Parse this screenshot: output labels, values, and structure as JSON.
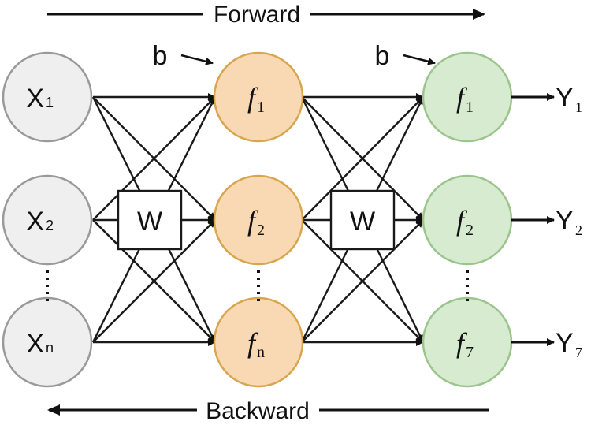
{
  "diagram": {
    "forward_label": "Forward",
    "backward_label": "Backward",
    "bias_labels": [
      "b",
      "b"
    ],
    "weight_labels": [
      "W",
      "W"
    ],
    "inputs": [
      {
        "base": "X",
        "sub": "1"
      },
      {
        "base": "X",
        "sub": "2"
      },
      {
        "base": "X",
        "sub": "n"
      }
    ],
    "hidden": [
      {
        "base": "f",
        "sub": "1"
      },
      {
        "base": "f",
        "sub": "2"
      },
      {
        "base": "f",
        "sub": "n"
      }
    ],
    "outputs_nodes": [
      {
        "base": "f",
        "sub": "1"
      },
      {
        "base": "f",
        "sub": "2"
      },
      {
        "base": "f",
        "sub": "7"
      }
    ],
    "outputs": [
      {
        "base": "Y",
        "sub": "1"
      },
      {
        "base": "Y",
        "sub": "2"
      },
      {
        "base": "Y",
        "sub": "7"
      }
    ],
    "colors": {
      "input_fill": "#efefef",
      "input_stroke": "#9a9a9a",
      "hidden_fill": "#f9d9b4",
      "hidden_stroke": "#d8a64f",
      "output_fill": "#d6ebcf",
      "output_stroke": "#9cc58d",
      "line": "#1a1a1a"
    }
  }
}
